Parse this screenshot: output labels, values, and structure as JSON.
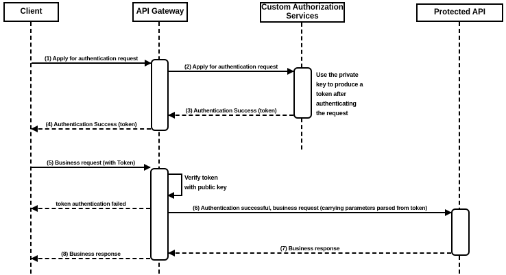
{
  "actors": [
    {
      "label": "Client"
    },
    {
      "label": "API Gateway"
    },
    {
      "label": "Custom Authorization Services"
    },
    {
      "label": "Protected API"
    }
  ],
  "messages": [
    {
      "label": "(1) Apply for authentication request",
      "style": "solid",
      "direction": "right"
    },
    {
      "label": "(2) Apply for authentication request",
      "style": "solid",
      "direction": "right"
    },
    {
      "label": "(3) Authentication Success (token)",
      "style": "dashed",
      "direction": "left"
    },
    {
      "label": "(4) Authentication Success (token)",
      "style": "dashed",
      "direction": "left"
    },
    {
      "label": "(5) Business request (with Token)",
      "style": "solid",
      "direction": "right"
    },
    {
      "label": "token authentication failed",
      "style": "dashed",
      "direction": "left"
    },
    {
      "label": "(6) Authentication successful, business request (carrying parameters parsed from token)",
      "style": "solid",
      "direction": "right"
    },
    {
      "label": "(7) Business response",
      "style": "dashed",
      "direction": "left"
    },
    {
      "label": "(8) Business response",
      "style": "dashed",
      "direction": "left"
    }
  ],
  "self_message": {
    "label": "Verify token\nwith public key"
  },
  "note": {
    "text": "Use the private\nkey to produce a\ntoken after\nauthenticating\nthe request"
  },
  "colors": {
    "stroke": "#000000",
    "fill": "#ffffff",
    "background": "#ffffff"
  }
}
